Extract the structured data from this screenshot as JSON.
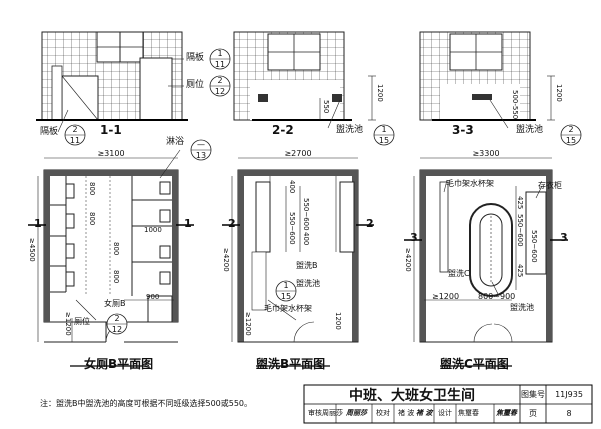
{
  "sections": {
    "s11": "1-1",
    "s22": "2-2",
    "s33": "3-3"
  },
  "plan_titles": {
    "plan_a": "女厕B平面图",
    "plan_b": "盥洗B平面图",
    "plan_c": "盥洗C平面图"
  },
  "labels": {
    "partition": "隔板",
    "stall": "厕位",
    "partition2": "隔板",
    "washbasin_22": "盥洗池",
    "washbasin_33": "盥洗池",
    "shower": "淋浴",
    "toilet_b": "女厕B",
    "stall_plan": "厕位",
    "wash_b": "盥洗B",
    "washbasin_pb": "盥洗池",
    "towel_rack_b": "毛巾架水杯架",
    "towel_rack_c": "毛巾架水杯架",
    "wardrobe": "存衣柜",
    "wash_c": "盥洗C",
    "washbasin_pc": "盥洗池"
  },
  "refs": {
    "r1": {
      "top": "1",
      "bottom": "11"
    },
    "r2": {
      "top": "2",
      "bottom": "12"
    },
    "r3": {
      "top": "2",
      "bottom": "11"
    },
    "r4": {
      "top": "1",
      "bottom": "15"
    },
    "r5": {
      "top": "2",
      "bottom": "15"
    },
    "r6": {
      "top": "—",
      "bottom": "13"
    },
    "r7": {
      "top": "2",
      "bottom": "12"
    },
    "r8": {
      "top": "1",
      "bottom": "15"
    }
  },
  "dimensions": {
    "d3100": "≥3100",
    "d2700": "≥2700",
    "d3300": "≥3300",
    "d4500": "≥4500",
    "d4200a": "≥4200",
    "d4200b": "≥4200",
    "d1200_s22": "1200",
    "d550_s22": "550",
    "d1200_s33": "1200",
    "d500_s33": "500-550",
    "d800_1": "800",
    "d800_2": "800",
    "d800_3": "800",
    "d800_4": "800",
    "d1000": "1000",
    "d900": "900",
    "d1200_pa": "≥1200",
    "d400a": "400",
    "d550_600_b1": "550~600",
    "d550_600_b2": "550~600",
    "d400b": "400",
    "d1200_pb": "≥1200",
    "d1200_pb2": "1200",
    "d425a": "425",
    "d550_600_c1": "550~600",
    "d550_600_c2": "550~600",
    "d425b": "425",
    "d1200_pc": "≥1200",
    "d800_900": "800~900"
  },
  "cut_marks": {
    "a_left": "1",
    "a_right": "1",
    "b_left": "2",
    "b_right": "2",
    "c_left": "3",
    "c_right": "3"
  },
  "note": "注：盥洗B中盥洗池的高度可根据不同班级选择500或550。",
  "title_block": {
    "title": "中班、大班女卫生间",
    "atlas_label": "图集号",
    "atlas_no": "11J935",
    "review_label": "审核",
    "reviewer": "周丽莎",
    "reviewer_sign": "周丽莎",
    "check_label": "校对",
    "checker": "褚 波",
    "checker_sign": "褚 波",
    "design_label": "设计",
    "designer": "焦璽春",
    "designer_sign": "焦璽春",
    "page_label": "页",
    "page_no": "8"
  }
}
